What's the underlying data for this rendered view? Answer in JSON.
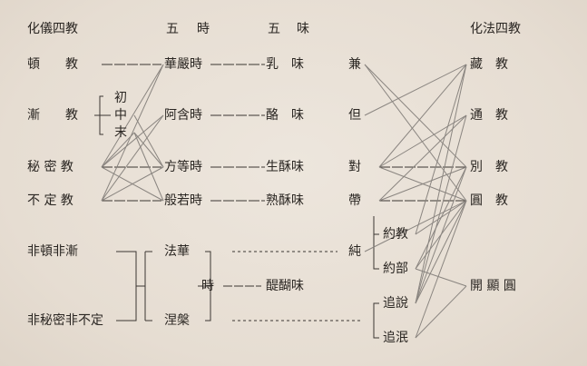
{
  "headers": {
    "col1": "化儀四教",
    "col2a": "五",
    "col2b": "時",
    "col3a": "五",
    "col3b": "味",
    "col5": "化法四教"
  },
  "huayi": {
    "dun": "頓　　教",
    "jian": "漸　　教",
    "mimi": "秘 密 教",
    "buding": "不 定 教",
    "fei1": "非頓非漸",
    "fei2": "非秘密非不定"
  },
  "jian_sub": [
    "初",
    "中",
    "末"
  ],
  "five_times": {
    "huayan": "華嚴時",
    "ahan": "阿含時",
    "fangdeng": "方等時",
    "bore": "般若時",
    "fahua": "法華",
    "niepan": "涅槃",
    "shi": "時"
  },
  "five_flavors": {
    "ru": "乳　味",
    "lao": "酪　味",
    "shengsu": "生酥味",
    "shusu": "熟酥味",
    "tihu": "醍醐味"
  },
  "relations": {
    "jian": "兼",
    "dan": "但",
    "dui": "對",
    "dai": "帶",
    "chun": "純",
    "yuejiao": "約教",
    "yuebu": "約部",
    "zhuishuo": "追說",
    "zhuimin": "追泯"
  },
  "huafa": {
    "zang": "藏　教",
    "tong": "通　教",
    "bie": "別　教",
    "yuan": "圓　教",
    "kaixian": "開 顯 圓"
  }
}
